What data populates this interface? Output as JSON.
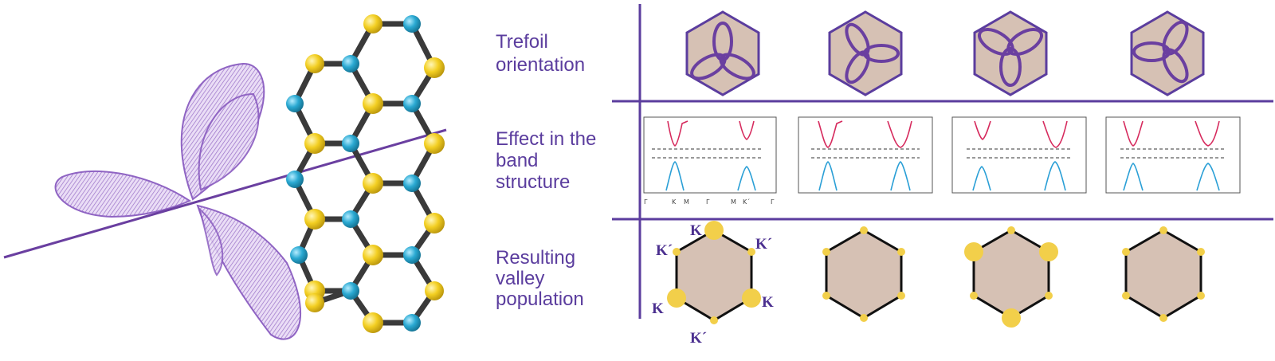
{
  "rows": {
    "trefoil": [
      "Trefoil",
      "orientation"
    ],
    "band": [
      "Effect in the",
      "band",
      "structure"
    ],
    "valley": [
      "Resulting",
      "valley",
      "population"
    ]
  },
  "band_axis_ticks": [
    "Γ",
    "K",
    "M",
    "Γ",
    "M",
    "K´",
    "Γ"
  ],
  "valley_labels": {
    "top": "K",
    "upper_left": "K´",
    "upper_right": "K´",
    "lower_left": "K",
    "lower_right": "K",
    "bottom": "K´"
  },
  "colors": {
    "purple": "#5b3d9e",
    "hex_fill": "#d6c1b4",
    "conduction": "#d62a5d",
    "valence": "#2a9fd6",
    "gold": "#f2cf4a",
    "atom_yellow": "#f3cf22",
    "atom_cyan": "#2aa9d2",
    "lobe_purple": "#9469c4"
  }
}
